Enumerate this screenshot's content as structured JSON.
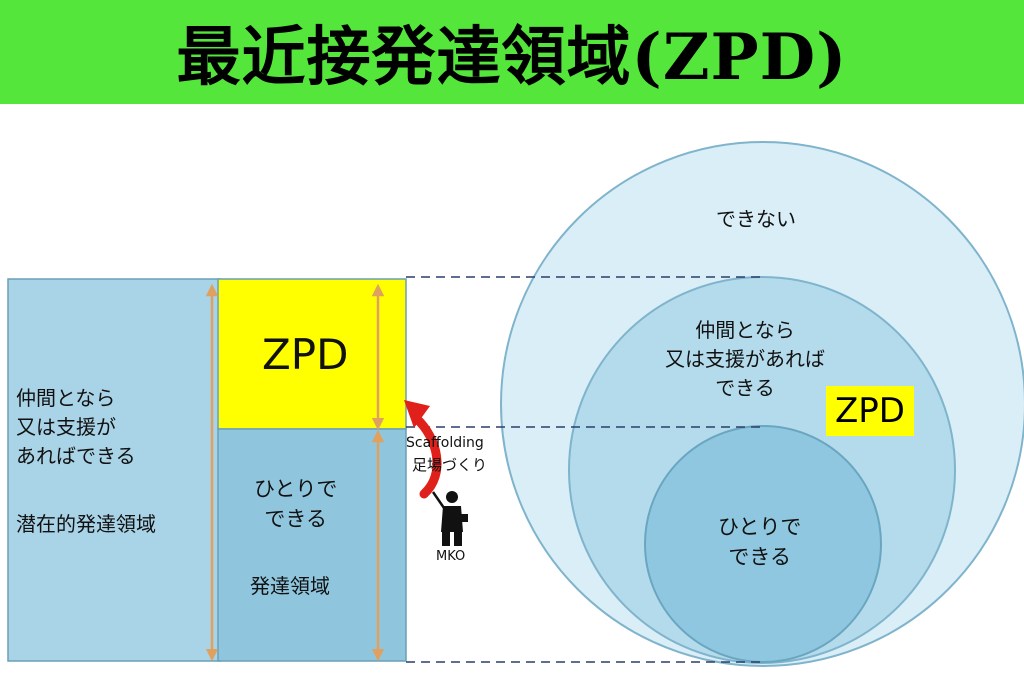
{
  "title": "最近接発達領域(ZPD)",
  "left_panel": {
    "potential_label": "仲間となら\n又は支援が\nあればできる",
    "potential_name": "潜在的発達領域",
    "zpd_label": "ZPD",
    "alone_label": "ひとりで\nできる",
    "alone_name": "発達領域"
  },
  "middle": {
    "scaffolding_en": "Scaffolding",
    "scaffolding_jp": "足場づくり",
    "mko_label": "MKO"
  },
  "circles": {
    "outer_label": "できない",
    "middle_label": "仲間となら\n又は支援があれば\nできる",
    "zpd_badge": "ZPD",
    "inner_label": "ひとりで\nできる"
  },
  "colors": {
    "banner": "#55e63c",
    "zpd_highlight": "#ffff00",
    "potential_fill": "#a9d3e6",
    "alone_fill": "#8fc6de",
    "arrow_orange": "#e0a060",
    "scaffold_arrow": "#e0201a"
  },
  "icons": {
    "arrow_marker": "double-headed-vertical-arrow",
    "person": "presenter-figure",
    "scaffold": "curved-up-arrow"
  }
}
